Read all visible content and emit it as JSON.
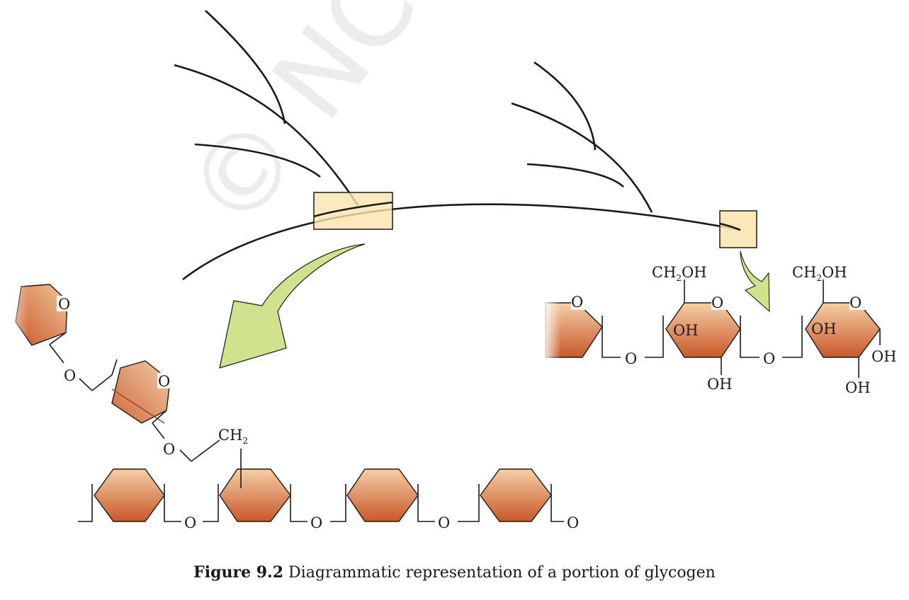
{
  "watermark": {
    "text": "© NCERT not to be republished"
  },
  "caption": {
    "number": "Figure 9.2",
    "text": "Diagrammatic representation of a portion of glycogen"
  },
  "labels": {
    "ring_oxygen": "O",
    "bridge_oxygen": "O",
    "ch2oh_ch": "CH",
    "ch2oh_sub": "2",
    "ch2oh_oh": "OH",
    "hydroxyl": "OH",
    "ch2_main": "CH",
    "ch2_sub": "2"
  },
  "colors": {
    "sugar_top": "#f5cfa6",
    "sugar_bottom": "#c9582a",
    "highlight_box": "#fbe3ac",
    "arrow_fill": "#cfe28d",
    "line": "#1a1a1a"
  }
}
